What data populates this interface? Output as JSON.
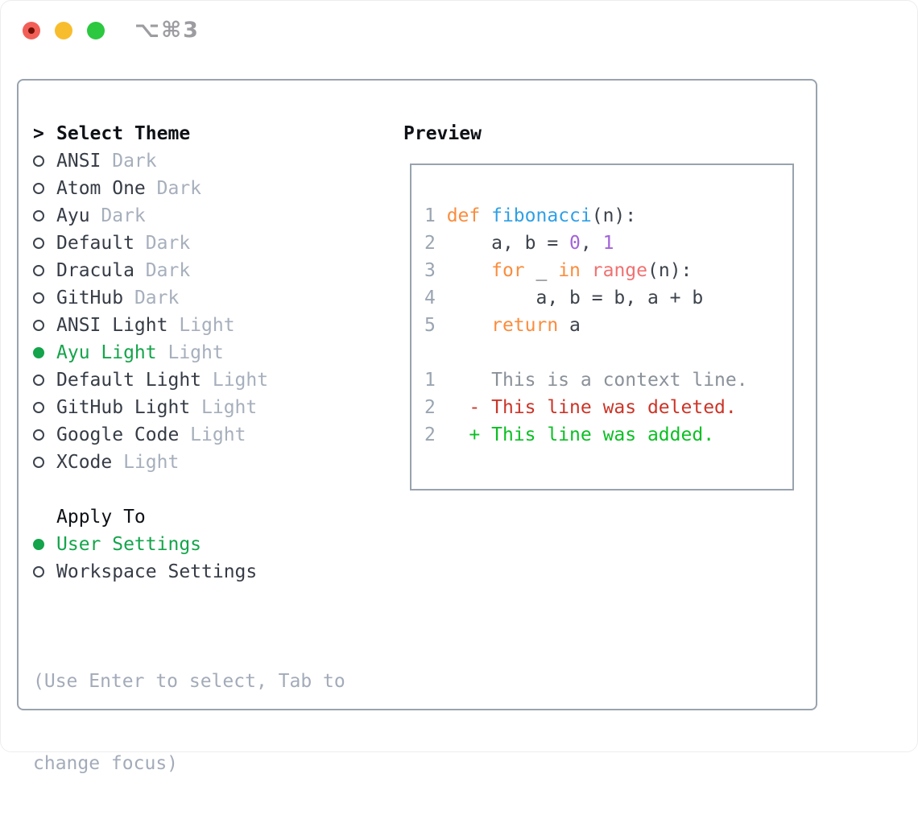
{
  "window": {
    "shortcut": "⌥⌘3"
  },
  "theme_list": {
    "header_prefix": ">",
    "header_label": "Select Theme",
    "items": [
      {
        "label": "ANSI",
        "variant": "Dark",
        "selected": false
      },
      {
        "label": "Atom One",
        "variant": "Dark",
        "selected": false
      },
      {
        "label": "Ayu",
        "variant": "Dark",
        "selected": false
      },
      {
        "label": "Default",
        "variant": "Dark",
        "selected": false
      },
      {
        "label": "Dracula",
        "variant": "Dark",
        "selected": false
      },
      {
        "label": "GitHub",
        "variant": "Dark",
        "selected": false
      },
      {
        "label": "ANSI Light",
        "variant": "Light",
        "selected": false
      },
      {
        "label": "Ayu Light",
        "variant": "Light",
        "selected": true
      },
      {
        "label": "Default Light",
        "variant": "Light",
        "selected": false
      },
      {
        "label": "GitHub Light",
        "variant": "Light",
        "selected": false
      },
      {
        "label": "Google Code",
        "variant": "Light",
        "selected": false
      },
      {
        "label": "XCode",
        "variant": "Light",
        "selected": false
      }
    ]
  },
  "apply_to": {
    "header_label": "Apply To",
    "options": [
      {
        "label": "User Settings",
        "selected": true
      },
      {
        "label": "Workspace Settings",
        "selected": false
      }
    ]
  },
  "help": {
    "line1": "(Use Enter to select, Tab to",
    "line2": "change focus)"
  },
  "preview": {
    "header_label": "Preview",
    "code_lines": [
      {
        "segments": [
          {
            "text": "1 ",
            "style": "ln"
          },
          {
            "text": "def",
            "style": "kw"
          },
          {
            "text": " ",
            "style": "pl"
          },
          {
            "text": "fibonacci",
            "style": "fn"
          },
          {
            "text": "(n):",
            "style": "pl"
          }
        ]
      },
      {
        "segments": [
          {
            "text": "2 ",
            "style": "ln"
          },
          {
            "text": "    a, b = ",
            "style": "pl"
          },
          {
            "text": "0",
            "style": "num"
          },
          {
            "text": ", ",
            "style": "pl"
          },
          {
            "text": "1",
            "style": "num"
          }
        ]
      },
      {
        "segments": [
          {
            "text": "3 ",
            "style": "ln"
          },
          {
            "text": "    ",
            "style": "pl"
          },
          {
            "text": "for",
            "style": "kw"
          },
          {
            "text": " _ ",
            "style": "pl"
          },
          {
            "text": "in",
            "style": "kw"
          },
          {
            "text": " ",
            "style": "pl"
          },
          {
            "text": "range",
            "style": "builtin"
          },
          {
            "text": "(n):",
            "style": "pl"
          }
        ]
      },
      {
        "segments": [
          {
            "text": "4 ",
            "style": "ln"
          },
          {
            "text": "        a, b = b, a + b",
            "style": "pl"
          }
        ]
      },
      {
        "segments": [
          {
            "text": "5 ",
            "style": "ln"
          },
          {
            "text": "    ",
            "style": "pl"
          },
          {
            "text": "return",
            "style": "kw"
          },
          {
            "text": " a",
            "style": "pl"
          }
        ]
      },
      {
        "segments": []
      },
      {
        "segments": [
          {
            "text": "1 ",
            "style": "ln"
          },
          {
            "text": "    This is a context line.",
            "style": "ctx"
          }
        ]
      },
      {
        "segments": [
          {
            "text": "2 ",
            "style": "ln"
          },
          {
            "text": "  - This line was deleted.",
            "style": "del"
          }
        ]
      },
      {
        "segments": [
          {
            "text": "2 ",
            "style": "ln"
          },
          {
            "text": "  + This line was added.",
            "style": "add"
          }
        ]
      }
    ]
  },
  "colors": {
    "ui": {
      "accent": "#14A44B",
      "label": "#363C46",
      "muted": "#A6AFBC",
      "ring": "#3C434D",
      "border": "#99A3AF",
      "help": "#A3ABB9",
      "heading": "#0E1116",
      "tlred": "#F25F58",
      "tlreddot": "#701005",
      "tlyellow": "#F8BD2D",
      "tlgreen": "#2BC840",
      "shortcut": "#9C9CA1"
    },
    "syntax": {
      "ln": "#9AA5B2",
      "pl": "#3D434C",
      "kw": "#FA8D3E",
      "fn": "#2FA0E6",
      "num": "#A263D9",
      "builtin": "#F07171",
      "ctx": "#8A9199",
      "del": "#CB3528",
      "add": "#0CBF24"
    }
  }
}
